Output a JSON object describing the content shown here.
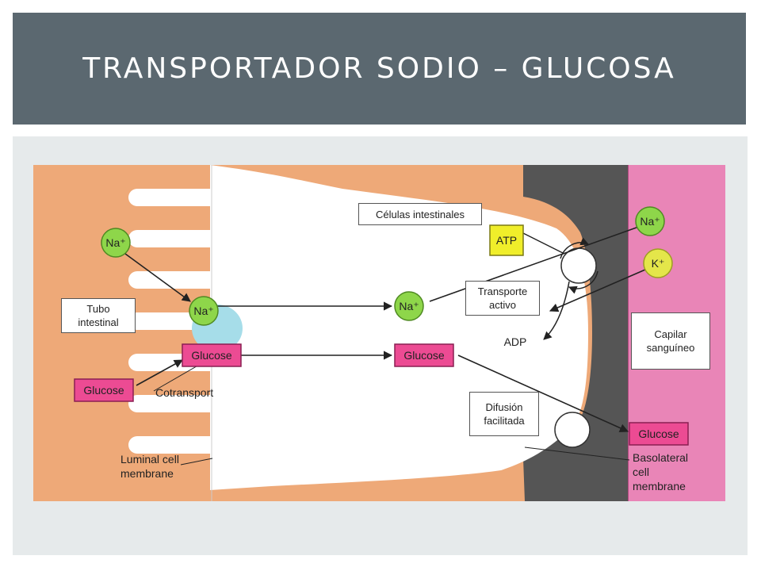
{
  "slide": {
    "title": "TRANSPORTADOR SODIO – GLUCOSA"
  },
  "diagram": {
    "molecules": {
      "na_plus": "Na⁺",
      "k_plus": "K⁺",
      "glucose": "Glucose",
      "atp": "ATP",
      "adp": "ADP"
    },
    "figure_labels": {
      "cotransport": "Cotransport",
      "luminal_line1": "Luminal cell",
      "luminal_line2": "membrane",
      "basolateral_line1": "Basolateral",
      "basolateral_line2": "cell",
      "basolateral_line3": "membrane"
    },
    "callouts": {
      "celulas": "Células intestinales",
      "tubo_line1": "Tubo",
      "tubo_line2": "intestinal",
      "transporte_line1": "Transporte",
      "transporte_line2": "activo",
      "capilar_line1": "Capilar",
      "capilar_line2": "sanguíneo",
      "difusion_line1": "Difusión",
      "difusion_line2": "facilitada"
    },
    "colors": {
      "lumen": "#eea978",
      "cell": "#ffffff",
      "basolateral": "#555555",
      "capillary": "#e985b7",
      "sodium": "#8ed64a",
      "potassium": "#e4e64a",
      "glucose": "#ec4b93",
      "atp": "#f0ee2a",
      "carrier": "#a6dde9"
    }
  }
}
